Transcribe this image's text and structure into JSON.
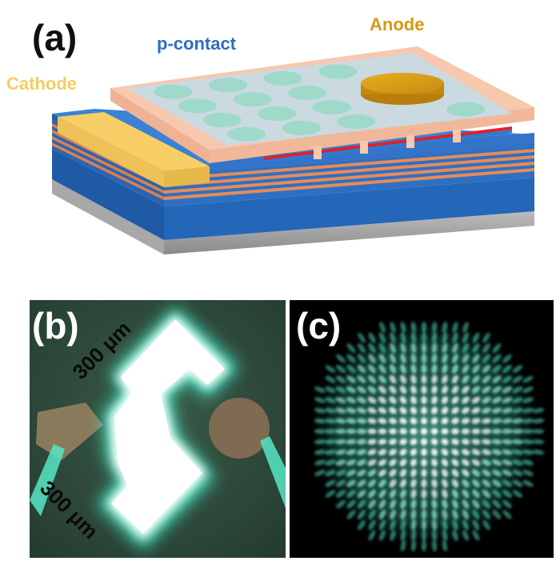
{
  "panel_a": {
    "label": "(a)",
    "anode_label": "Anode",
    "p_contact_label": "p-contact",
    "cathode_label": "Cathode",
    "colors": {
      "anode": "#d59a12",
      "p_contact": "#2d6cc0",
      "cathode": "#f7cc62",
      "blue_layer": "#2a72c6",
      "copper_layers": "#e08a58",
      "frame": "#f5c6ab",
      "contact_plate": "#c8d7df",
      "microdisks": "#9cd8c8",
      "active_line": "#e0202a",
      "substrate": "#9a9a9a"
    }
  },
  "panel_b": {
    "label": "(b)",
    "scale_top": "300 μm",
    "scale_bottom": "300 μm",
    "colors": {
      "emission": "#ffffff",
      "glow": "#3fe0bd"
    }
  },
  "panel_c": {
    "label": "(c)",
    "colors": {
      "background": "#000000",
      "dots": "#6ff0d3"
    }
  }
}
